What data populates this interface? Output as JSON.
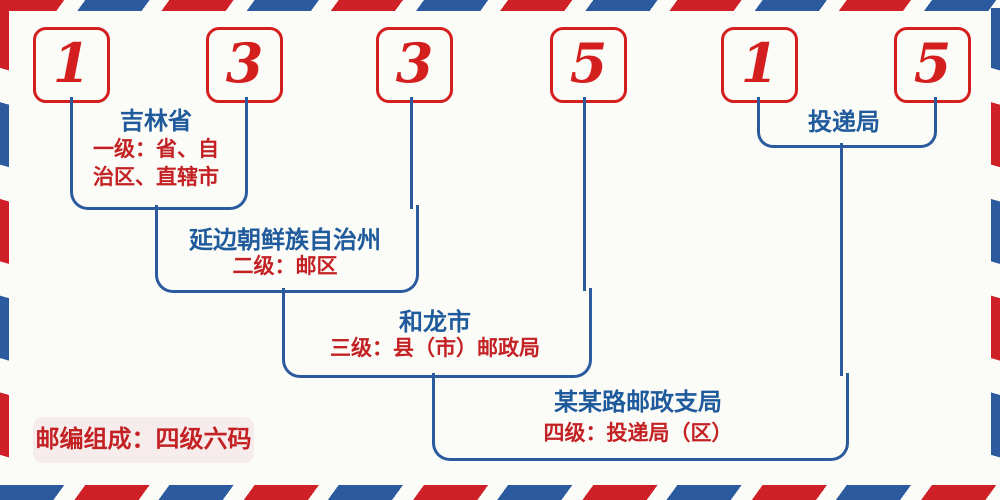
{
  "diagram_title": "postal-code-structure",
  "postal": {
    "digits": [
      "1",
      "3",
      "3",
      "5",
      "1",
      "5"
    ],
    "full_code": "133515"
  },
  "levels": [
    {
      "name": "吉林省",
      "desc_lines": [
        "一级：省、自",
        "治区、直辖市"
      ],
      "desc": "一级：省、自治区、直辖市"
    },
    {
      "name": "延边朝鲜族自治州",
      "desc": "二级：邮区"
    },
    {
      "name": "和龙市",
      "desc": "三级：县（市）邮政局"
    },
    {
      "name": "某某路邮政支局",
      "desc": "四级：投递局（区）"
    }
  ],
  "delivery_office": {
    "label": "投递局"
  },
  "badge": {
    "text": "邮编组成：四级六码"
  },
  "colors": {
    "background": "#fbfbf7",
    "stripe_red": "#cf2027",
    "stripe_blue": "#2b5b9e",
    "digit_red": "#d41f1f",
    "name_blue": "#1f5a9c",
    "desc_red": "#c32124",
    "connector_blue": "#2b5b9e",
    "badge_bg": "#f5eceb"
  }
}
